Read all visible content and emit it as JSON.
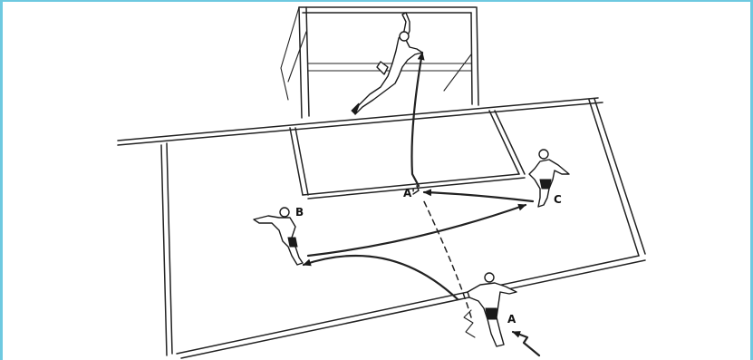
{
  "labels": {
    "player_b": "B",
    "player_c": "C",
    "player_a": "A",
    "point_a_prime": "A'"
  },
  "colors": {
    "frame": "#6ec9e0",
    "ink": "#1a1a1a",
    "background": "#ffffff"
  }
}
